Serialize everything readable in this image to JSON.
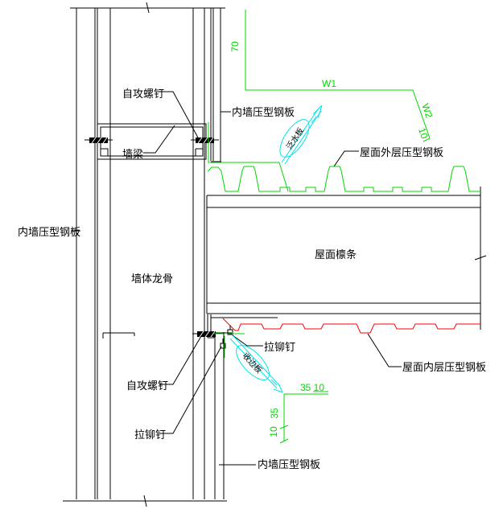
{
  "drawing": {
    "type": "construction-detail",
    "colors": {
      "line": "#000000",
      "dimension_and_flashing": "#00d800",
      "inner_roof_sheet": "#ff0000",
      "callout_arrow": "#00e5ee",
      "background": "#ffffff"
    },
    "labels": {
      "self_tapping_screw_top": "自攻螺钉",
      "wall_beam": "墙梁",
      "inner_wall_panel_left": "内墙压型钢板",
      "wall_stud": "墙体龙骨",
      "inner_wall_panel_right_top": "内墙压型钢板",
      "roof_outer_panel": "屋面外层压型钢板",
      "roof_purlin": "屋面檩条",
      "blind_rivet_top": "拉铆钉",
      "roof_inner_panel": "屋面内层压型钢板",
      "self_tapping_screw_bottom": "自攻螺钉",
      "blind_rivet_bottom": "拉铆钉",
      "inner_wall_panel_bottom": "内墙压型钢板",
      "flashing_callout": "泛水板",
      "edge_trim_callout": "收边板"
    },
    "dimensions": {
      "flashing_height": "70",
      "flashing_top_run": "W1",
      "flashing_slope": "W2",
      "flashing_hem": "10",
      "trim_horizontal": "35 10",
      "trim_vertical_upper": "35",
      "trim_vertical_lower": "10"
    }
  }
}
